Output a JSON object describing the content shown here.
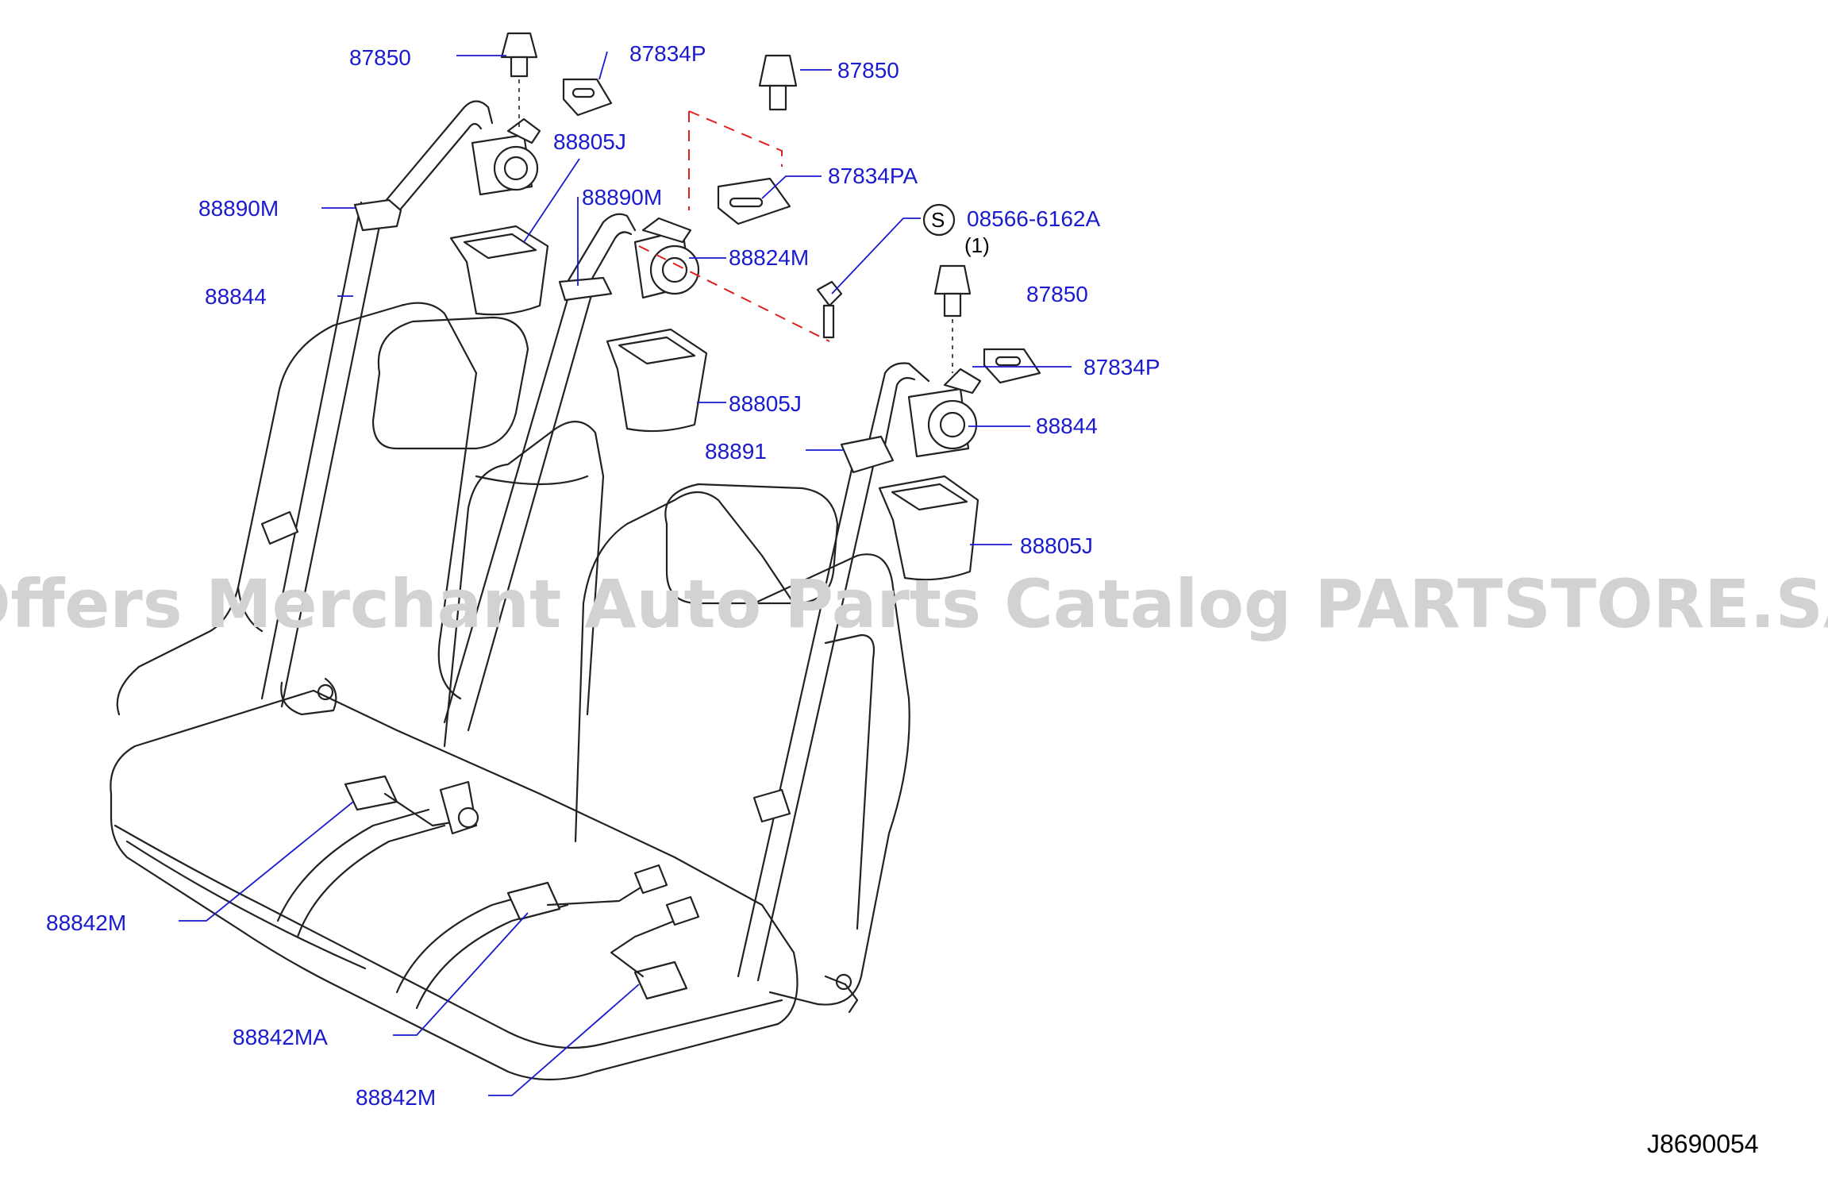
{
  "diagram": {
    "drawing_code": "J8690054",
    "watermark": "Offers Merchant Auto Parts Catalog PARTSTORE.SA",
    "screw_symbol": "S",
    "screw_qty": "(1)",
    "labels": {
      "l87850_a": "87850",
      "l87834p_a": "87834P",
      "l87850_b": "87850",
      "l88805j_a": "88805J",
      "l88890m_a": "88890M",
      "l88890m_b": "88890M",
      "l87834pa": "87834PA",
      "l08566": "08566-6162A",
      "l88824m": "88824M",
      "l88844_a": "88844",
      "l87850_c": "87850",
      "l87834p_b": "87834P",
      "l88805j_b": "88805J",
      "l88844_b": "88844",
      "l88891": "88891",
      "l88805j_c": "88805J",
      "l88842m_a": "88842M",
      "l88842ma": "88842MA",
      "l88842m_b": "88842M"
    },
    "colors": {
      "label": "#1a1ad0",
      "hidden_line": "#e02020",
      "outline": "#222222",
      "watermark": "#d2d2d2"
    }
  }
}
